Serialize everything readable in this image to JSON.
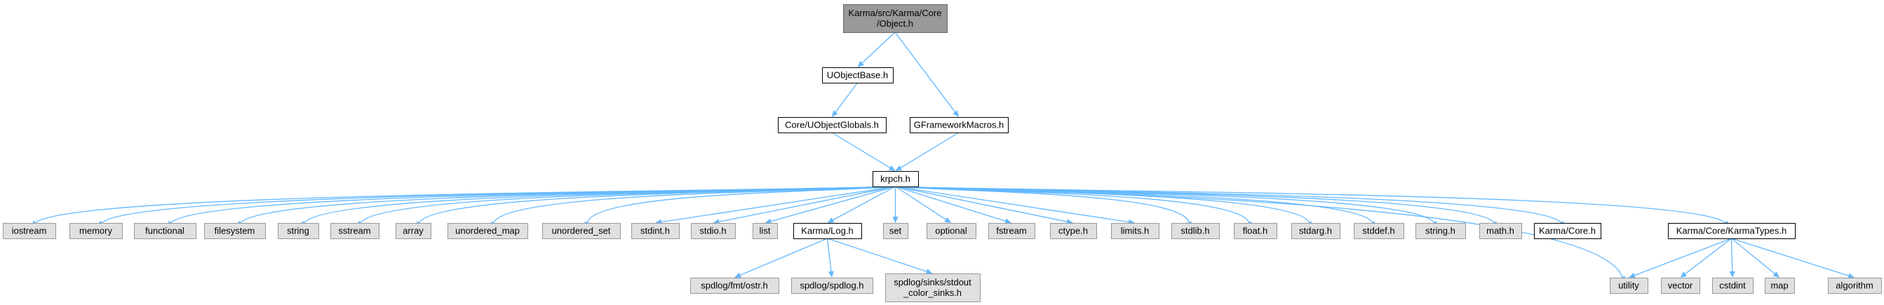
{
  "graph": {
    "nodes": [
      {
        "id": "object_h",
        "lines": [
          "Karma/src/Karma/Core",
          "/Object.h"
        ],
        "kind": "root"
      },
      {
        "id": "uobjectbase_h",
        "lines": [
          "UObjectBase.h"
        ],
        "kind": "local"
      },
      {
        "id": "uobjectglobals_h",
        "lines": [
          "Core/UObjectGlobals.h"
        ],
        "kind": "local"
      },
      {
        "id": "gframeworkmacros_h",
        "lines": [
          "GFrameworkMacros.h"
        ],
        "kind": "local"
      },
      {
        "id": "krpch_h",
        "lines": [
          "krpch.h"
        ],
        "kind": "local"
      },
      {
        "id": "iostream",
        "lines": [
          "iostream"
        ],
        "kind": "system"
      },
      {
        "id": "memory",
        "lines": [
          "memory"
        ],
        "kind": "system"
      },
      {
        "id": "functional",
        "lines": [
          "functional"
        ],
        "kind": "system"
      },
      {
        "id": "filesystem",
        "lines": [
          "filesystem"
        ],
        "kind": "system"
      },
      {
        "id": "string",
        "lines": [
          "string"
        ],
        "kind": "system"
      },
      {
        "id": "sstream",
        "lines": [
          "sstream"
        ],
        "kind": "system"
      },
      {
        "id": "array",
        "lines": [
          "array"
        ],
        "kind": "system"
      },
      {
        "id": "unordered_map",
        "lines": [
          "unordered_map"
        ],
        "kind": "system"
      },
      {
        "id": "unordered_set",
        "lines": [
          "unordered_set"
        ],
        "kind": "system"
      },
      {
        "id": "stdint_h",
        "lines": [
          "stdint.h"
        ],
        "kind": "system"
      },
      {
        "id": "stdio_h",
        "lines": [
          "stdio.h"
        ],
        "kind": "system"
      },
      {
        "id": "list",
        "lines": [
          "list"
        ],
        "kind": "system"
      },
      {
        "id": "karma_log_h",
        "lines": [
          "Karma/Log.h"
        ],
        "kind": "local"
      },
      {
        "id": "set",
        "lines": [
          "set"
        ],
        "kind": "system"
      },
      {
        "id": "optional",
        "lines": [
          "optional"
        ],
        "kind": "system"
      },
      {
        "id": "fstream",
        "lines": [
          "fstream"
        ],
        "kind": "system"
      },
      {
        "id": "ctype_h",
        "lines": [
          "ctype.h"
        ],
        "kind": "system"
      },
      {
        "id": "limits_h",
        "lines": [
          "limits.h"
        ],
        "kind": "system"
      },
      {
        "id": "stdlib_h",
        "lines": [
          "stdlib.h"
        ],
        "kind": "system"
      },
      {
        "id": "float_h",
        "lines": [
          "float.h"
        ],
        "kind": "system"
      },
      {
        "id": "stdarg_h",
        "lines": [
          "stdarg.h"
        ],
        "kind": "system"
      },
      {
        "id": "stddef_h",
        "lines": [
          "stddef.h"
        ],
        "kind": "system"
      },
      {
        "id": "string_h",
        "lines": [
          "string.h"
        ],
        "kind": "system"
      },
      {
        "id": "math_h",
        "lines": [
          "math.h"
        ],
        "kind": "system"
      },
      {
        "id": "karma_core_h",
        "lines": [
          "Karma/Core.h"
        ],
        "kind": "local"
      },
      {
        "id": "karmatypes_h",
        "lines": [
          "Karma/Core/KarmaTypes.h"
        ],
        "kind": "local"
      },
      {
        "id": "ostr_h",
        "lines": [
          "spdlog/fmt/ostr.h"
        ],
        "kind": "system"
      },
      {
        "id": "spdlog_h",
        "lines": [
          "spdlog/spdlog.h"
        ],
        "kind": "system"
      },
      {
        "id": "stdout_sinks_h",
        "lines": [
          "spdlog/sinks/stdout",
          "_color_sinks.h"
        ],
        "kind": "system"
      },
      {
        "id": "utility",
        "lines": [
          "utility"
        ],
        "kind": "system"
      },
      {
        "id": "vector",
        "lines": [
          "vector"
        ],
        "kind": "system"
      },
      {
        "id": "cstdint",
        "lines": [
          "cstdint"
        ],
        "kind": "system"
      },
      {
        "id": "map",
        "lines": [
          "map"
        ],
        "kind": "system"
      },
      {
        "id": "algorithm",
        "lines": [
          "algorithm"
        ],
        "kind": "system"
      }
    ],
    "edges": [
      [
        "object_h",
        "uobjectbase_h"
      ],
      [
        "object_h",
        "gframeworkmacros_h"
      ],
      [
        "uobjectbase_h",
        "uobjectglobals_h"
      ],
      [
        "uobjectglobals_h",
        "krpch_h"
      ],
      [
        "gframeworkmacros_h",
        "krpch_h"
      ],
      [
        "krpch_h",
        "iostream"
      ],
      [
        "krpch_h",
        "memory"
      ],
      [
        "krpch_h",
        "functional"
      ],
      [
        "krpch_h",
        "filesystem"
      ],
      [
        "krpch_h",
        "string"
      ],
      [
        "krpch_h",
        "sstream"
      ],
      [
        "krpch_h",
        "array"
      ],
      [
        "krpch_h",
        "unordered_map"
      ],
      [
        "krpch_h",
        "unordered_set"
      ],
      [
        "krpch_h",
        "stdint_h"
      ],
      [
        "krpch_h",
        "stdio_h"
      ],
      [
        "krpch_h",
        "list"
      ],
      [
        "krpch_h",
        "karma_log_h"
      ],
      [
        "krpch_h",
        "set"
      ],
      [
        "krpch_h",
        "optional"
      ],
      [
        "krpch_h",
        "fstream"
      ],
      [
        "krpch_h",
        "ctype_h"
      ],
      [
        "krpch_h",
        "limits_h"
      ],
      [
        "krpch_h",
        "stdlib_h"
      ],
      [
        "krpch_h",
        "float_h"
      ],
      [
        "krpch_h",
        "stdarg_h"
      ],
      [
        "krpch_h",
        "stddef_h"
      ],
      [
        "krpch_h",
        "string_h"
      ],
      [
        "krpch_h",
        "math_h"
      ],
      [
        "krpch_h",
        "karma_core_h"
      ],
      [
        "krpch_h",
        "karmatypes_h"
      ],
      [
        "krpch_h",
        "utility"
      ],
      [
        "karma_log_h",
        "ostr_h"
      ],
      [
        "karma_log_h",
        "spdlog_h"
      ],
      [
        "karma_log_h",
        "stdout_sinks_h"
      ],
      [
        "karmatypes_h",
        "utility"
      ],
      [
        "karmatypes_h",
        "vector"
      ],
      [
        "karmatypes_h",
        "cstdint"
      ],
      [
        "karmatypes_h",
        "map"
      ],
      [
        "karmatypes_h",
        "algorithm"
      ]
    ]
  }
}
